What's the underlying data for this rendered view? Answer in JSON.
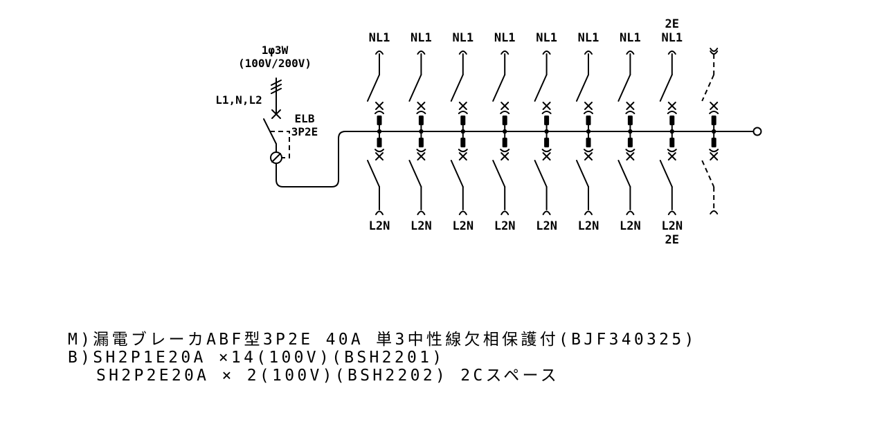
{
  "supply": {
    "system": "1φ3W",
    "voltage": "(100V/200V)",
    "phases": "L1,N,L2"
  },
  "main_breaker": {
    "type": "ELB",
    "poles": "3P2E"
  },
  "branches": [
    {
      "top": "NL1",
      "top_extra": "",
      "bottom": "L2N",
      "bottom_extra": "",
      "spare": false
    },
    {
      "top": "NL1",
      "top_extra": "",
      "bottom": "L2N",
      "bottom_extra": "",
      "spare": false
    },
    {
      "top": "NL1",
      "top_extra": "",
      "bottom": "L2N",
      "bottom_extra": "",
      "spare": false
    },
    {
      "top": "NL1",
      "top_extra": "",
      "bottom": "L2N",
      "bottom_extra": "",
      "spare": false
    },
    {
      "top": "NL1",
      "top_extra": "",
      "bottom": "L2N",
      "bottom_extra": "",
      "spare": false
    },
    {
      "top": "NL1",
      "top_extra": "",
      "bottom": "L2N",
      "bottom_extra": "",
      "spare": false
    },
    {
      "top": "NL1",
      "top_extra": "",
      "bottom": "L2N",
      "bottom_extra": "",
      "spare": false
    },
    {
      "top": "NL1",
      "top_extra": "2E",
      "bottom": "L2N",
      "bottom_extra": "2E",
      "spare": false
    },
    {
      "top": "",
      "top_extra": "",
      "bottom": "",
      "bottom_extra": "",
      "spare": true
    }
  ],
  "spec": {
    "line1_prefix": "M)",
    "line1_text": "漏電ブレーカABF型3P2E 40A 単3中性線欠相保護付(BJF340325)",
    "line2_prefix": "B)",
    "line2_text": "SH2P1E20A ×14(100V)(BSH2201)",
    "line3_text": "SH2P2E20A × 2(100V)(BSH2202) 2Cスペース"
  }
}
